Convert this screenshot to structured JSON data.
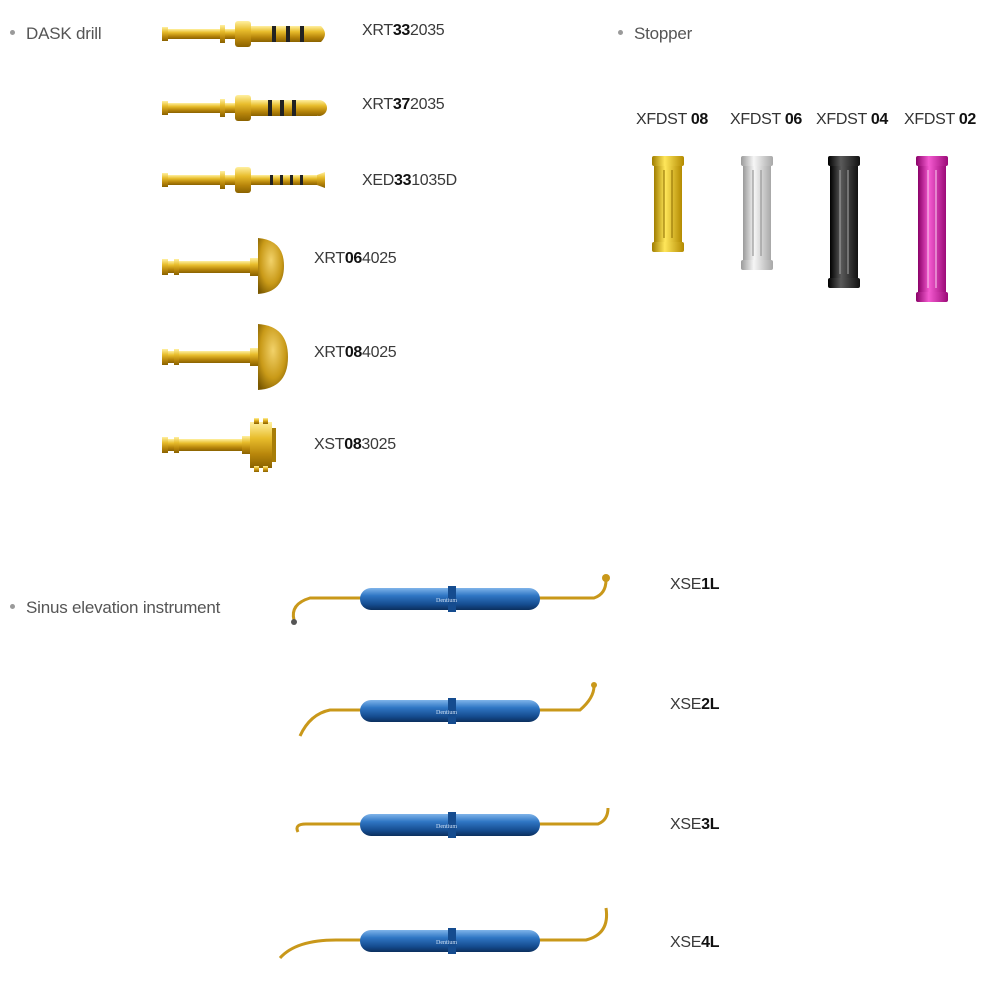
{
  "sections": {
    "dask": "DASK drill",
    "stopper": "Stopper",
    "sinus": "Sinus elevation instrument"
  },
  "drills": [
    {
      "pre": "XRT",
      "bold": "33",
      "post": "2035"
    },
    {
      "pre": "XRT",
      "bold": "37",
      "post": "2035"
    },
    {
      "pre": "XED",
      "bold": "33",
      "post": "1035D"
    },
    {
      "pre": "XRT",
      "bold": "06",
      "post": "4025"
    },
    {
      "pre": "XRT",
      "bold": "08",
      "post": "4025"
    },
    {
      "pre": "XST",
      "bold": "08",
      "post": "3025"
    }
  ],
  "stoppers": [
    {
      "pre": "XFDST ",
      "bold": "08",
      "color": "#e8c21e"
    },
    {
      "pre": "XFDST ",
      "bold": "06",
      "color": "#d8d8d8"
    },
    {
      "pre": "XFDST ",
      "bold": "04",
      "color": "#2a2a2a"
    },
    {
      "pre": "XFDST ",
      "bold": "02",
      "color": "#d61aa8"
    }
  ],
  "instruments": [
    {
      "pre": "XSE",
      "bold": "1L"
    },
    {
      "pre": "XSE",
      "bold": "2L"
    },
    {
      "pre": "XSE",
      "bold": "3L"
    },
    {
      "pre": "XSE",
      "bold": "4L"
    }
  ],
  "colors": {
    "gold": "#d4a417",
    "handle": "#1d5fa8"
  }
}
